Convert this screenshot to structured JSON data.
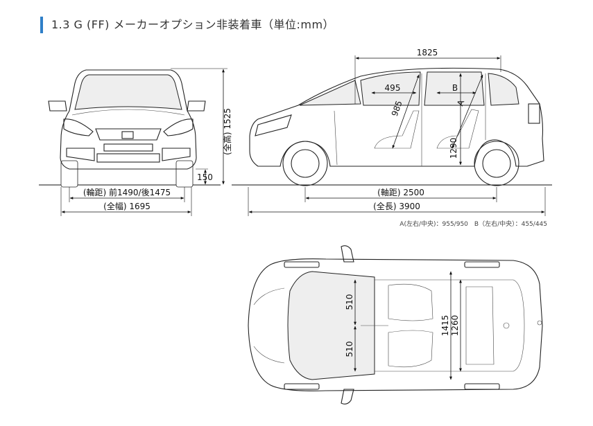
{
  "title": "1.3 G (FF) メーカーオプション非装着車（単位:mm）",
  "accent_color": "#2f7fc8",
  "front_view": {
    "overall_height": "(全高) 1525",
    "ground_clearance": "150",
    "tread": "(輪距) 前1490/後1475",
    "overall_width": "(全幅) 1695"
  },
  "side_view": {
    "interior_length": "1825",
    "dim_495": "495",
    "label_a": "A",
    "label_b": "B",
    "dim_985": "985",
    "dim_1290": "1290",
    "wheelbase": "(軸距) 2500",
    "overall_length": "(全長) 3900",
    "note": "A(左右/中央)：955/950　B（左右/中央）：455/445"
  },
  "top_view": {
    "dim_510_front": "510",
    "dim_510_rear": "510",
    "dim_1415": "1415",
    "dim_1260": "1260"
  }
}
